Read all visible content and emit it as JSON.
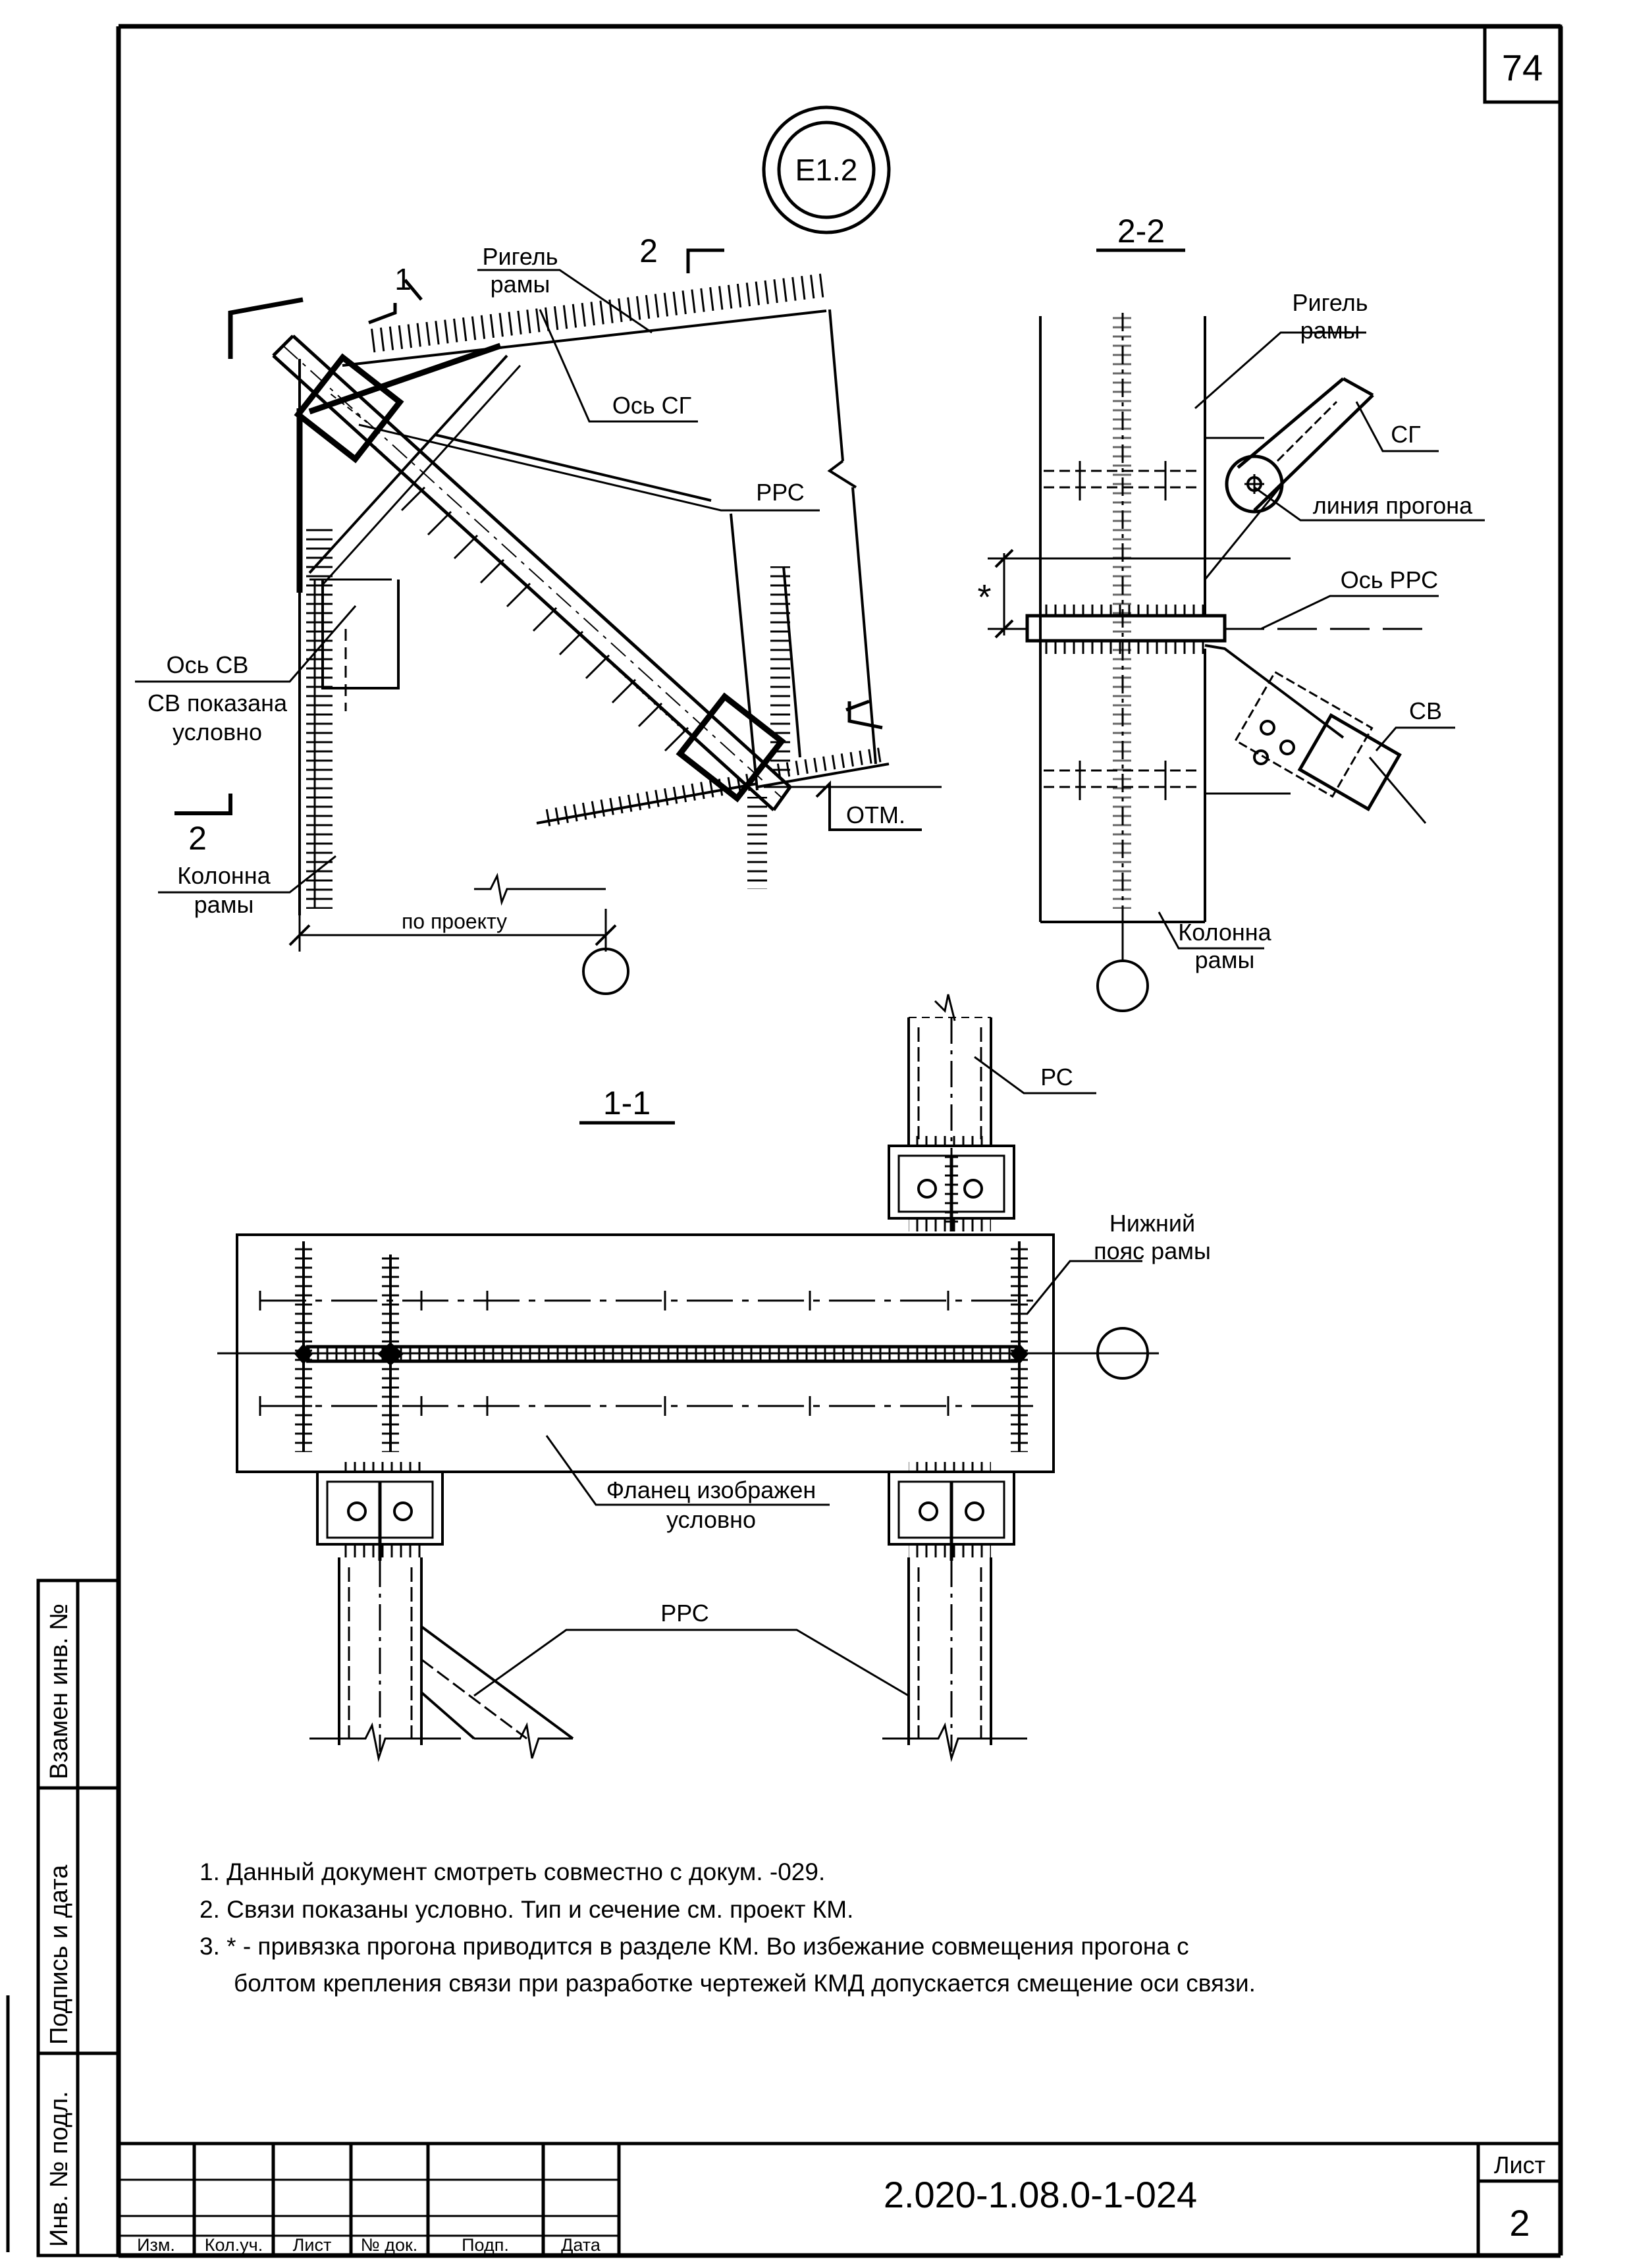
{
  "sheet_number": "74",
  "node_mark": "Е1.2",
  "section_labels": {
    "s11": "1-1",
    "s22": "2-2",
    "cut1": "1",
    "cut2_top": "2",
    "cut2_left": "2"
  },
  "view_main": {
    "rigel": [
      "Ригель",
      "рамы"
    ],
    "axis_sg": "Ось СГ",
    "rrs": "РРС",
    "axis_sv": "Ось СВ",
    "sv_note": [
      "СВ показана",
      "условно"
    ],
    "column": [
      "Колонна",
      "рамы"
    ],
    "otm": "ОТМ.",
    "dim": "по проекту"
  },
  "view_22": {
    "rigel": [
      "Ригель",
      "рамы"
    ],
    "sg": "СГ",
    "purlin_line": "линия прогона",
    "axis_rrs": "Ось РРС",
    "star": "*",
    "sv": "СВ",
    "column": [
      "Колонна",
      "рамы"
    ]
  },
  "view_11": {
    "rs": "РС",
    "lower_chord": [
      "Нижний",
      "пояс рамы"
    ],
    "flange": [
      "Фланец изображен",
      "условно"
    ],
    "rrs": "РРС"
  },
  "notes": [
    "1. Данный документ смотреть совместно с докум. -029.",
    "2. Связи показаны условно. Тип и сечение см. проект  КМ.",
    "3. * - привязка прогона  приводится в разделе КМ.  Во избежание совмещения прогона с",
    "болтом крепления связи при разработке чертежей КМД  допускается смещение оси связи."
  ],
  "side_stamp": [
    "Взамен инв. №",
    "Подпись и дата",
    "Инв. № подл."
  ],
  "title_block": {
    "columns": [
      "Изм.",
      "Кол.уч.",
      "Лист",
      "№ док.",
      "Подп.",
      "Дата"
    ],
    "doc_code": "2.020-1.08.0-1-024",
    "sheet_label": "Лист",
    "sheet_no": "2"
  }
}
